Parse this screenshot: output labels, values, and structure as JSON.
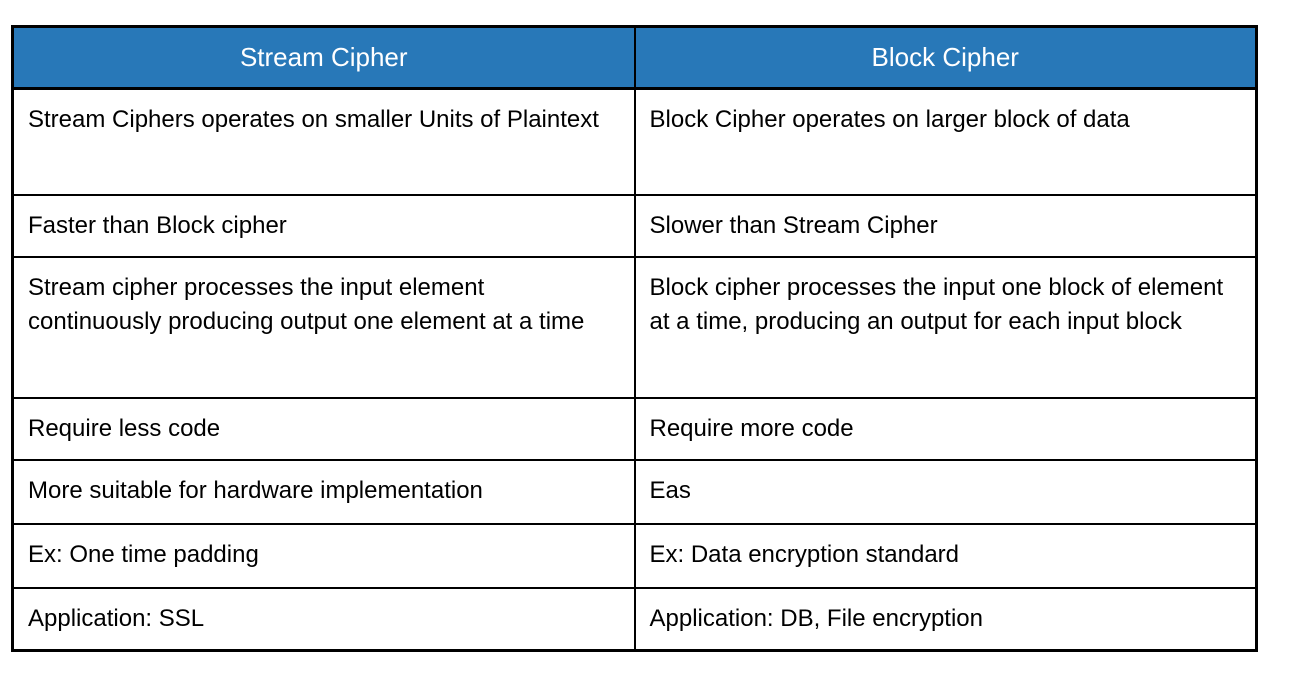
{
  "table": {
    "title": "Stream Cipher vs Block Cipher comparison table",
    "colors": {
      "header_background": "#2878B8",
      "header_text": "#FFFFFF",
      "border": "#000000",
      "body_text": "#000000",
      "page_background": "#FFFFFF"
    },
    "headers": [
      {
        "label": "Stream Cipher"
      },
      {
        "label": "Block Cipher"
      }
    ],
    "rows": [
      {
        "stream": "Stream Ciphers operates on smaller Units of Plaintext",
        "block": "Block Cipher operates on larger block of data"
      },
      {
        "stream": "Faster than Block cipher",
        "block": "Slower than Stream Cipher"
      },
      {
        "stream": "Stream cipher processes the input element continuously producing output one element at a time",
        "block": "Block cipher processes the input one block of element at a time, producing an output for each input block"
      },
      {
        "stream": "Require less code",
        "block": "Require more code"
      },
      {
        "stream": "More suitable for hardware implementation",
        "block": "Eas"
      },
      {
        "stream": "Ex: One time padding",
        "block": "Ex: Data encryption standard"
      },
      {
        "stream": "Application: SSL",
        "block": "Application: DB, File encryption"
      }
    ]
  }
}
